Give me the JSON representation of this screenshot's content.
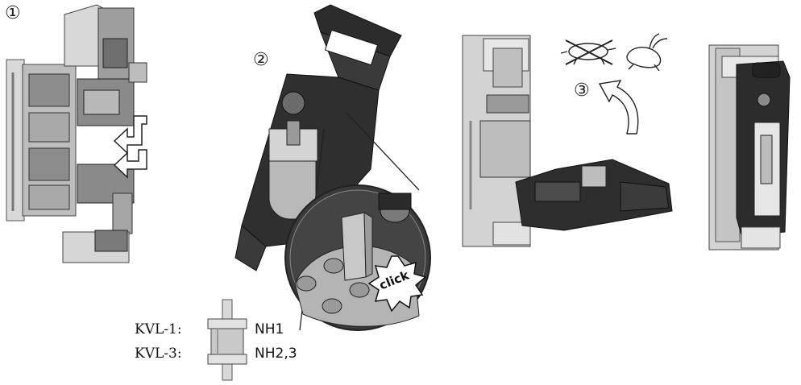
{
  "steps": {
    "step1": "①",
    "step2": "②",
    "step3": "③"
  },
  "callout": {
    "click": "click"
  },
  "fuse_table": {
    "row1": {
      "type": "KVL-1:",
      "size": "NH1"
    },
    "row2": {
      "type": "KVL-3:",
      "size": "NH2,3"
    }
  },
  "icons": {
    "slow": "crossed-out-turtle-icon",
    "fast": "hare-icon",
    "rotate": "curved-rotate-arrow-icon",
    "insert": "double-insert-arrow-icon"
  },
  "colors": {
    "housing_light": "#cfcfcf",
    "housing_dark": "#2c2c2c",
    "line": "#1a1a1a"
  }
}
